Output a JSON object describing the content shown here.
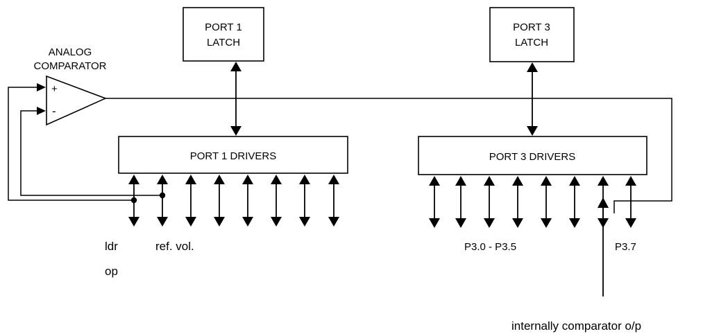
{
  "blocks": {
    "port1_latch": [
      "PORT 1",
      "LATCH"
    ],
    "port3_latch": [
      "PORT 3",
      "LATCH"
    ],
    "port1_drivers": "PORT 1 DRIVERS",
    "port3_drivers": "PORT 3 DRIVERS"
  },
  "comparator": {
    "title": [
      "ANALOG",
      "COMPARATOR"
    ],
    "plus": "+",
    "minus": "-"
  },
  "labels": {
    "ldr": "ldr",
    "op": "op",
    "ref_vol": "ref. vol.",
    "p3_range": "P3.0 - P3.5",
    "p3_7": "P3.7",
    "internal_out": "internally comparator o/p"
  }
}
